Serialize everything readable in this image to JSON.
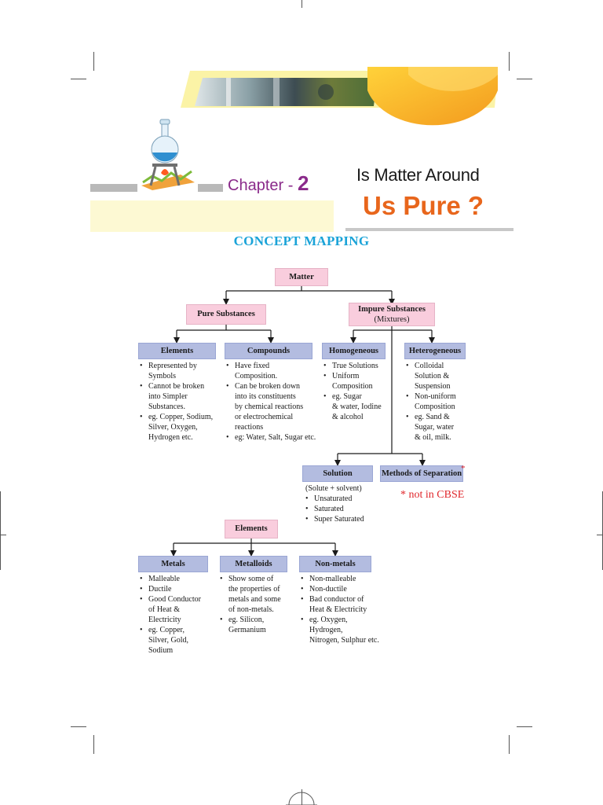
{
  "chapter": {
    "label": "Chapter - ",
    "number": "2"
  },
  "title": {
    "line1": "Is Matter Around",
    "line2": "Us Pure ?"
  },
  "section_heading": "CONCEPT MAPPING",
  "map": {
    "root": "Matter",
    "pure": "Pure Substances",
    "impure": {
      "title": "Impure Substances",
      "subtitle": "(Mixtures)"
    },
    "elements": {
      "title": "Elements",
      "points": [
        "Represented by\nSymbols",
        "Cannot be broken\ninto Simpler\nSubstances.",
        "eg. Copper, Sodium,\nSilver, Oxygen,\nHydrogen etc."
      ]
    },
    "compounds": {
      "title": "Compounds",
      "points": [
        "Have fixed\nComposition.",
        "Can be broken down\ninto its constituents\nby chemical reactions\nor electrochemical\nreactions",
        "eg: Water, Salt, Sugar etc."
      ]
    },
    "homogeneous": {
      "title": "Homogeneous",
      "points": [
        "True Solutions",
        "Uniform\nComposition",
        "eg. Sugar\n& water, Iodine\n& alcohol"
      ]
    },
    "heterogeneous": {
      "title": "Heterogeneous",
      "points": [
        "Colloidal\nSolution &\nSuspension",
        "Non-uniform\nComposition",
        "eg. Sand &\nSugar, water\n& oil, milk."
      ]
    },
    "solution": {
      "title": "Solution",
      "note": "(Solute + solvent)",
      "points": [
        "Unsaturated",
        "Saturated",
        "Super Saturated"
      ]
    },
    "separation": {
      "title": "Methods of Separation",
      "star": "*"
    },
    "cbse_note": "* not in CBSE"
  },
  "map2": {
    "root": "Elements",
    "metals": {
      "title": "Metals",
      "points": [
        "Malleable",
        "Ductile",
        "Good Conductor\nof Heat &\nElectricity",
        "eg. Copper,\nSilver, Gold,\nSodium"
      ]
    },
    "metalloids": {
      "title": "Metalloids",
      "points": [
        "Show some of\n the properties of\nmetals and some\nof non-metals.",
        "eg. Silicon,\nGermanium"
      ]
    },
    "nonmetals": {
      "title": "Non-metals",
      "points": [
        "Non-malleable",
        "Non-ductile",
        "Bad conductor of\nHeat & Electricity",
        "eg. Oxygen,\nHydrogen,\nNitrogen, Sulphur etc."
      ]
    }
  },
  "colors": {
    "accent_orange": "#e8661c",
    "accent_purple": "#8a2a8a",
    "heading_blue": "#1aa3d8",
    "pink_box": "#f9cddd",
    "blue_box": "#b3bce0",
    "note_red": "#e0262b"
  }
}
